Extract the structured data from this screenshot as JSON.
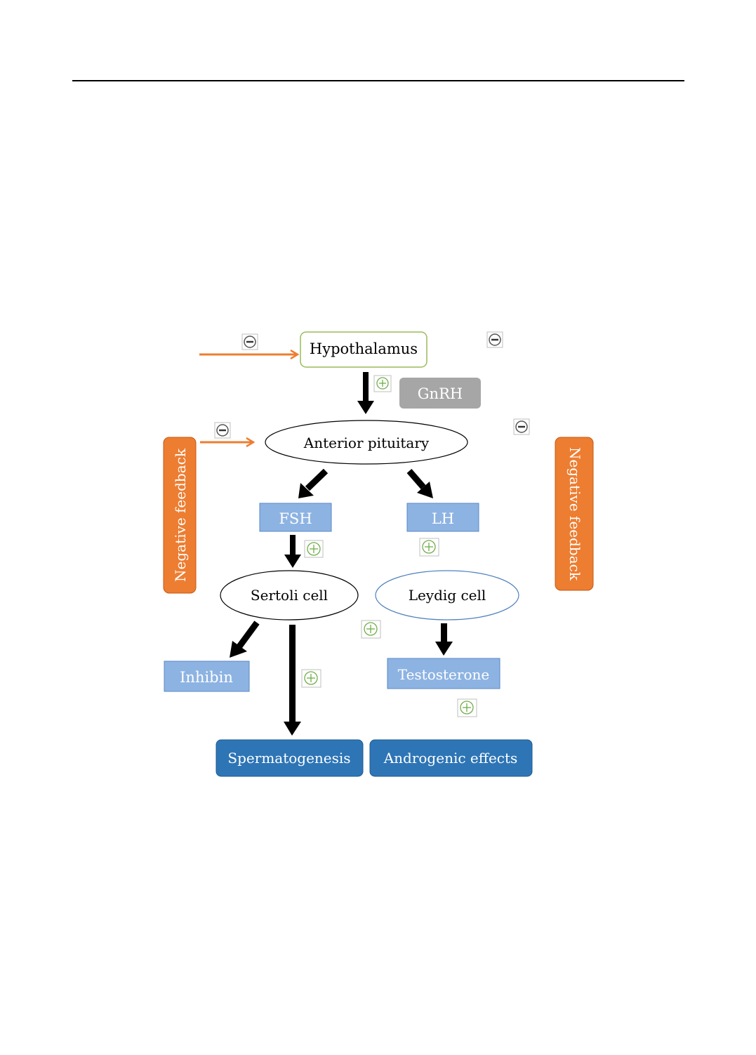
{
  "nodes": {
    "hypothalamus": "Hypothalamus",
    "gnrh": "GnRH",
    "anterior_pituitary": "Anterior pituitary",
    "fsh": "FSH",
    "lh": "LH",
    "sertoli": "Sertoli cell",
    "leydig": "Leydig cell",
    "inhibin": "Inhibin",
    "testosterone": "Testosterone",
    "spermatogenesis": "Spermatogenesis",
    "androgenic": "Androgenic effects"
  },
  "feedback": {
    "left": "Negative feedback",
    "right": "Negative feedback"
  },
  "signs": {
    "plus": "+",
    "minus": "-"
  },
  "colors": {
    "feedback_orange": "#ed7d31",
    "hormone_light_blue": "#8db3e2",
    "effect_dark_blue": "#2e75b6",
    "gnrh_grey": "#a6a6a6",
    "hypothalamus_border": "#9bbb59",
    "leydig_border": "#4f81bd"
  }
}
